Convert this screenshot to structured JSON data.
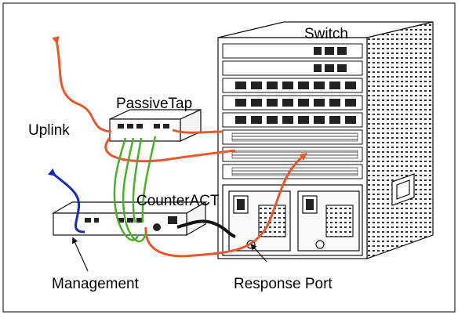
{
  "labels": {
    "switch": "Switch",
    "passive_tap": "PassiveTap",
    "uplink": "Uplink",
    "counteract": "CounterACT",
    "management": "Management",
    "response_port": "Response Port"
  },
  "colors": {
    "uplink_cable": "#e8582e",
    "management_cable": "#1b2bb5",
    "tap_cable": "#4caf2c",
    "line_art": "#111111",
    "border": "#000000"
  }
}
